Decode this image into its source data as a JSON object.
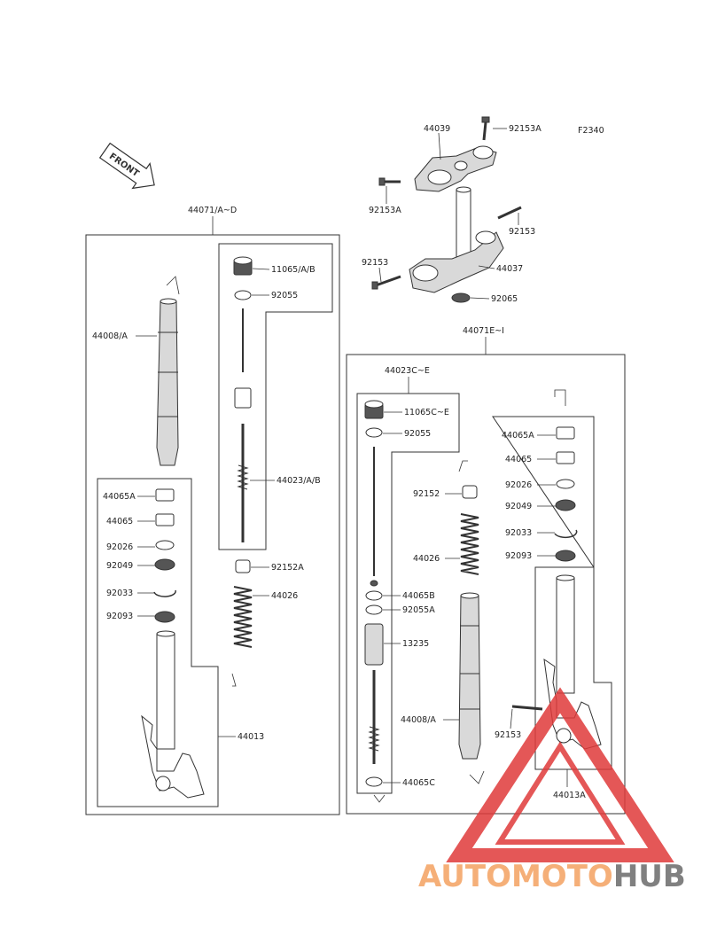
{
  "figure_code": "F2340",
  "front_marker": "FRONT",
  "group_labels": {
    "left_assembly": "44071/A~D",
    "right_assembly": "44071E~I",
    "right_inner_cartridge": "44023C~E"
  },
  "steering_parts": [
    {
      "id": "44039"
    },
    {
      "id": "92153A"
    },
    {
      "id": "92153A"
    },
    {
      "id": "92153"
    },
    {
      "id": "92153"
    },
    {
      "id": "44037"
    },
    {
      "id": "92065"
    }
  ],
  "left_cartridge_parts": [
    {
      "id": "11065/A/B"
    },
    {
      "id": "92055"
    },
    {
      "id": "44023/A/B"
    }
  ],
  "left_outer_parts": [
    {
      "id": "44008/A"
    },
    {
      "id": "92152A"
    },
    {
      "id": "44026"
    }
  ],
  "left_lower_parts": [
    {
      "id": "44065A"
    },
    {
      "id": "44065"
    },
    {
      "id": "92026"
    },
    {
      "id": "92049"
    },
    {
      "id": "92033"
    },
    {
      "id": "92093"
    },
    {
      "id": "44013"
    }
  ],
  "right_cartridge_parts": [
    {
      "id": "11065C~E"
    },
    {
      "id": "92055"
    },
    {
      "id": "44065B"
    },
    {
      "id": "92055A"
    },
    {
      "id": "13235"
    },
    {
      "id": "44065C"
    }
  ],
  "right_middle_parts": [
    {
      "id": "92152"
    },
    {
      "id": "44026"
    },
    {
      "id": "44008/A"
    }
  ],
  "right_lower_parts": [
    {
      "id": "44065A"
    },
    {
      "id": "44065"
    },
    {
      "id": "92026"
    },
    {
      "id": "92049"
    },
    {
      "id": "92033"
    },
    {
      "id": "92093"
    },
    {
      "id": "92153"
    },
    {
      "id": "44013A"
    }
  ],
  "watermark": {
    "part1": "AUTOMOTO",
    "part2": "HUB",
    "color1": "#f4a261",
    "color2": "#6b6b6b",
    "triangle_color": "#e03a3a"
  }
}
